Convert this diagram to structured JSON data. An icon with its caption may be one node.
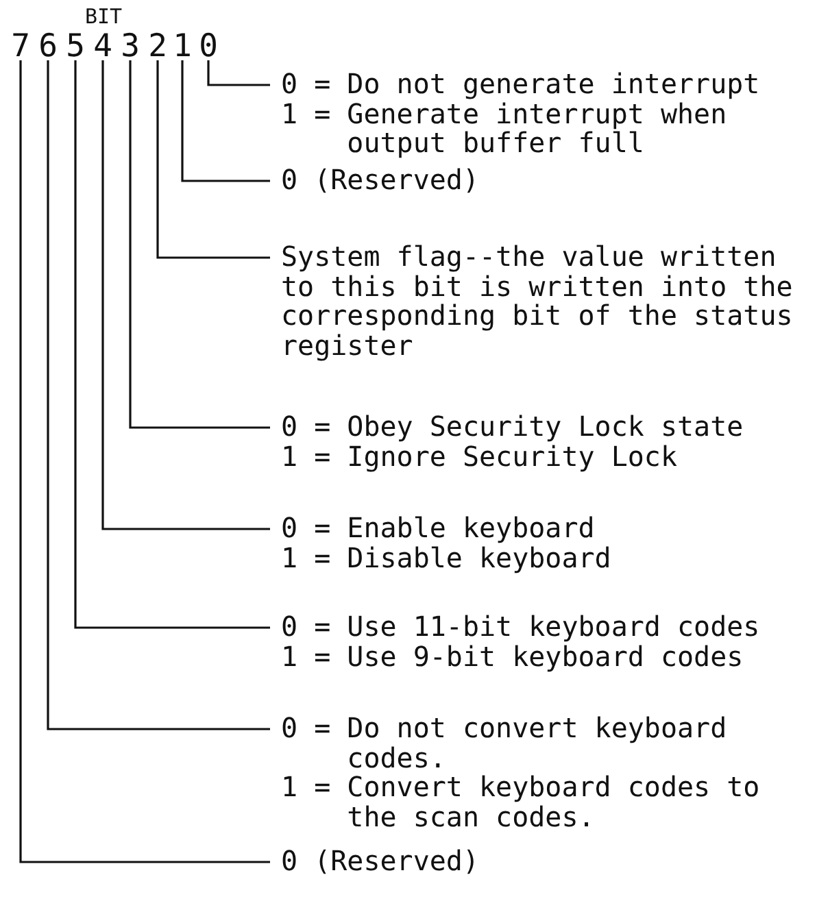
{
  "diagram": {
    "nodes": [
      {
        "text": [
          "7"
        ]
      },
      {
        "text": [
          "6"
        ]
      },
      {
        "text": [
          "5"
        ]
      },
      {
        "text": [
          "4"
        ]
      },
      {
        "text": [
          "3"
        ]
      },
      {
        "text": [
          "2"
        ]
      },
      {
        "text": [
          "1"
        ]
      },
      {
        "text": [
          "0"
        ]
      },
      {
        "text": [
          "0 = Do not generate interrupt",
          "1 = Generate interrupt when output buffer full"
        ]
      },
      {
        "text": [
          "0 (Reserved)"
        ]
      },
      {
        "text": [
          "System flag--the value written to this bit is written into the corresponding bit of the status register"
        ]
      },
      {
        "text": [
          "0 = Obey Security Lock state",
          "1 = Ignore Security Lock"
        ]
      },
      {
        "text": [
          "0 = Enable keyboard",
          "1 = Disable keyboard"
        ]
      },
      {
        "text": [
          "0 = Use 11-bit keyboard codes",
          "1 = Use 9-bit keyboard codes"
        ]
      },
      {
        "text": [
          "0 = Do not convert keyboard codes.",
          "1 = Convert keyboard codes to the scan codes."
        ]
      },
      {
        "text": [
          "0 (Reserved)"
        ]
      }
    ],
    "edges": [
      {
        "from": 7,
        "to": 8,
        "arrow": "none"
      },
      {
        "from": 6,
        "to": 9,
        "arrow": "none"
      },
      {
        "from": 5,
        "to": 10,
        "arrow": "none"
      },
      {
        "from": 4,
        "to": 11,
        "arrow": "none"
      },
      {
        "from": 3,
        "to": 12,
        "arrow": "none"
      },
      {
        "from": 2,
        "to": 13,
        "arrow": "none"
      },
      {
        "from": 1,
        "to": 14,
        "arrow": "none"
      },
      {
        "from": 0,
        "to": 15,
        "arrow": "none"
      }
    ],
    "labels": [
      "BIT"
    ]
  }
}
